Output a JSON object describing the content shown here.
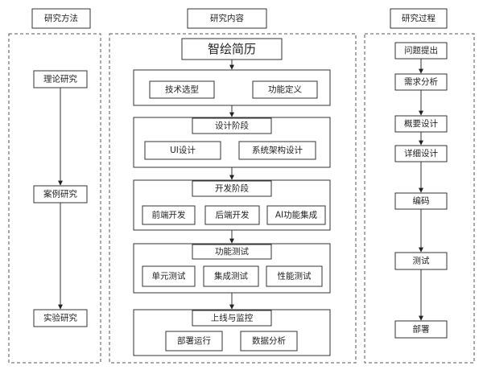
{
  "columns": {
    "left": {
      "header": "研究方法",
      "items": [
        "理论研究",
        "案例研究",
        "实验研究"
      ]
    },
    "center": {
      "header": "研究内容",
      "title": "智绘简历",
      "stage1": {
        "items": [
          "技术选型",
          "功能定义"
        ]
      },
      "stage2": {
        "label": "设计阶段",
        "items": [
          "UI设计",
          "系统架构设计"
        ]
      },
      "stage3": {
        "label": "开发阶段",
        "items": [
          "前端开发",
          "后端开发",
          "AI功能集成"
        ]
      },
      "stage4": {
        "label": "功能测试",
        "items": [
          "单元测试",
          "集成测试",
          "性能测试"
        ]
      },
      "stage5": {
        "label": "上线与监控",
        "items": [
          "部署运行",
          "数据分析"
        ]
      }
    },
    "right": {
      "header": "研究过程",
      "items": [
        "问题提出",
        "需求分析",
        "概要设计",
        "详细设计",
        "编码",
        "测试",
        "部署"
      ]
    }
  },
  "colors": {
    "stroke": "#333333",
    "dashed_border": "#555555",
    "background": "#ffffff",
    "text": "#222222"
  }
}
